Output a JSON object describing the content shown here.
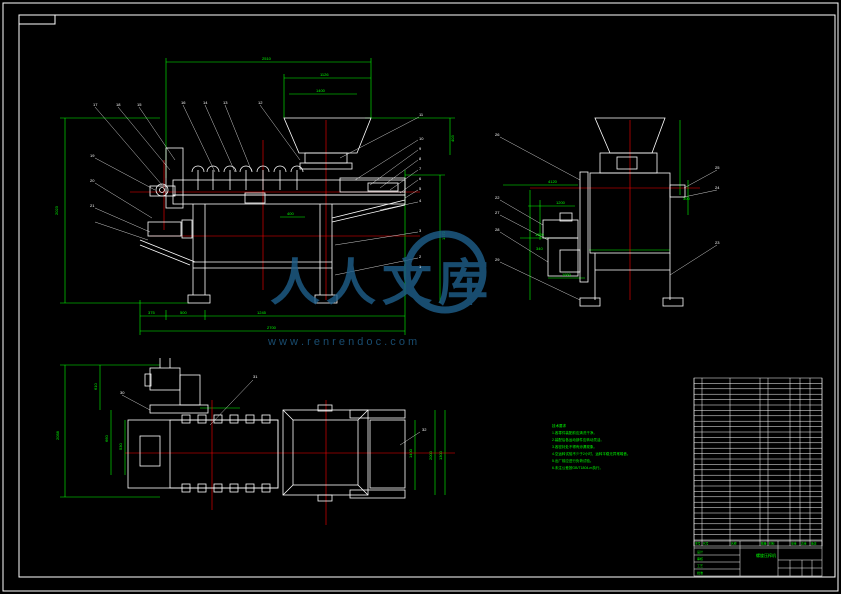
{
  "drawing": {
    "background": "#000000",
    "colors": {
      "frame": "#ffffff",
      "dim": "#00ff00",
      "center": "#ff0000",
      "body": "#ffffff",
      "note": "#00ff00",
      "watermark": "#1f5f8b"
    }
  },
  "title_stamp": "",
  "views": {
    "front": {
      "overall_width": "2510",
      "hopper_top": "1126",
      "hopper_inner": "1400",
      "height": "2023",
      "right_height": "1272",
      "right_top": "403",
      "gap": "400",
      "bottom_dims": [
        "375",
        "500",
        "1245"
      ],
      "bottom_total": "2700",
      "callouts_top": [
        "17",
        "18",
        "15",
        "16",
        "14",
        "13",
        "12",
        "11"
      ],
      "callouts_right": [
        "10",
        "9",
        "8",
        "7",
        "6",
        "5",
        "4",
        "3",
        "2",
        "1"
      ],
      "callouts_left": [
        "19",
        "20",
        "21"
      ]
    },
    "side": {
      "callouts": [
        "26",
        "25",
        "24",
        "23",
        "22",
        "27",
        "28",
        "29"
      ],
      "dims": [
        "4120",
        "1200",
        "1520",
        "340",
        "1950",
        "300"
      ]
    },
    "plan": {
      "callouts": [
        "30",
        "31",
        "32"
      ],
      "dims": [
        "2058",
        "610",
        "660",
        "530",
        "2000",
        "1300",
        "1400"
      ]
    }
  },
  "notes": {
    "heading": "技术要求",
    "lines": [
      "1.各零件装配前应清洗干净。",
      "2.装配后各运动部件应转动灵活。",
      "3.各密封处不得有渗漏现象。",
      "4.空运转试验不少于2小时，运转平稳无异常噪音。",
      "5.出厂前应进行负荷试验。",
      "6.未注公差按GB/T1804-m执行。"
    ]
  },
  "bom": {
    "header": [
      "序号",
      "代号",
      "名称",
      "数量",
      "材料",
      "单重",
      "总重",
      "备注"
    ],
    "rows": 30
  },
  "title_block": {
    "name": "螺旋压榨机",
    "cells": [
      "设计",
      "审核",
      "工艺",
      "批准"
    ]
  },
  "watermark": {
    "chars": "人人文库",
    "url": "w w w . r e n r e n d o c . c o m"
  }
}
